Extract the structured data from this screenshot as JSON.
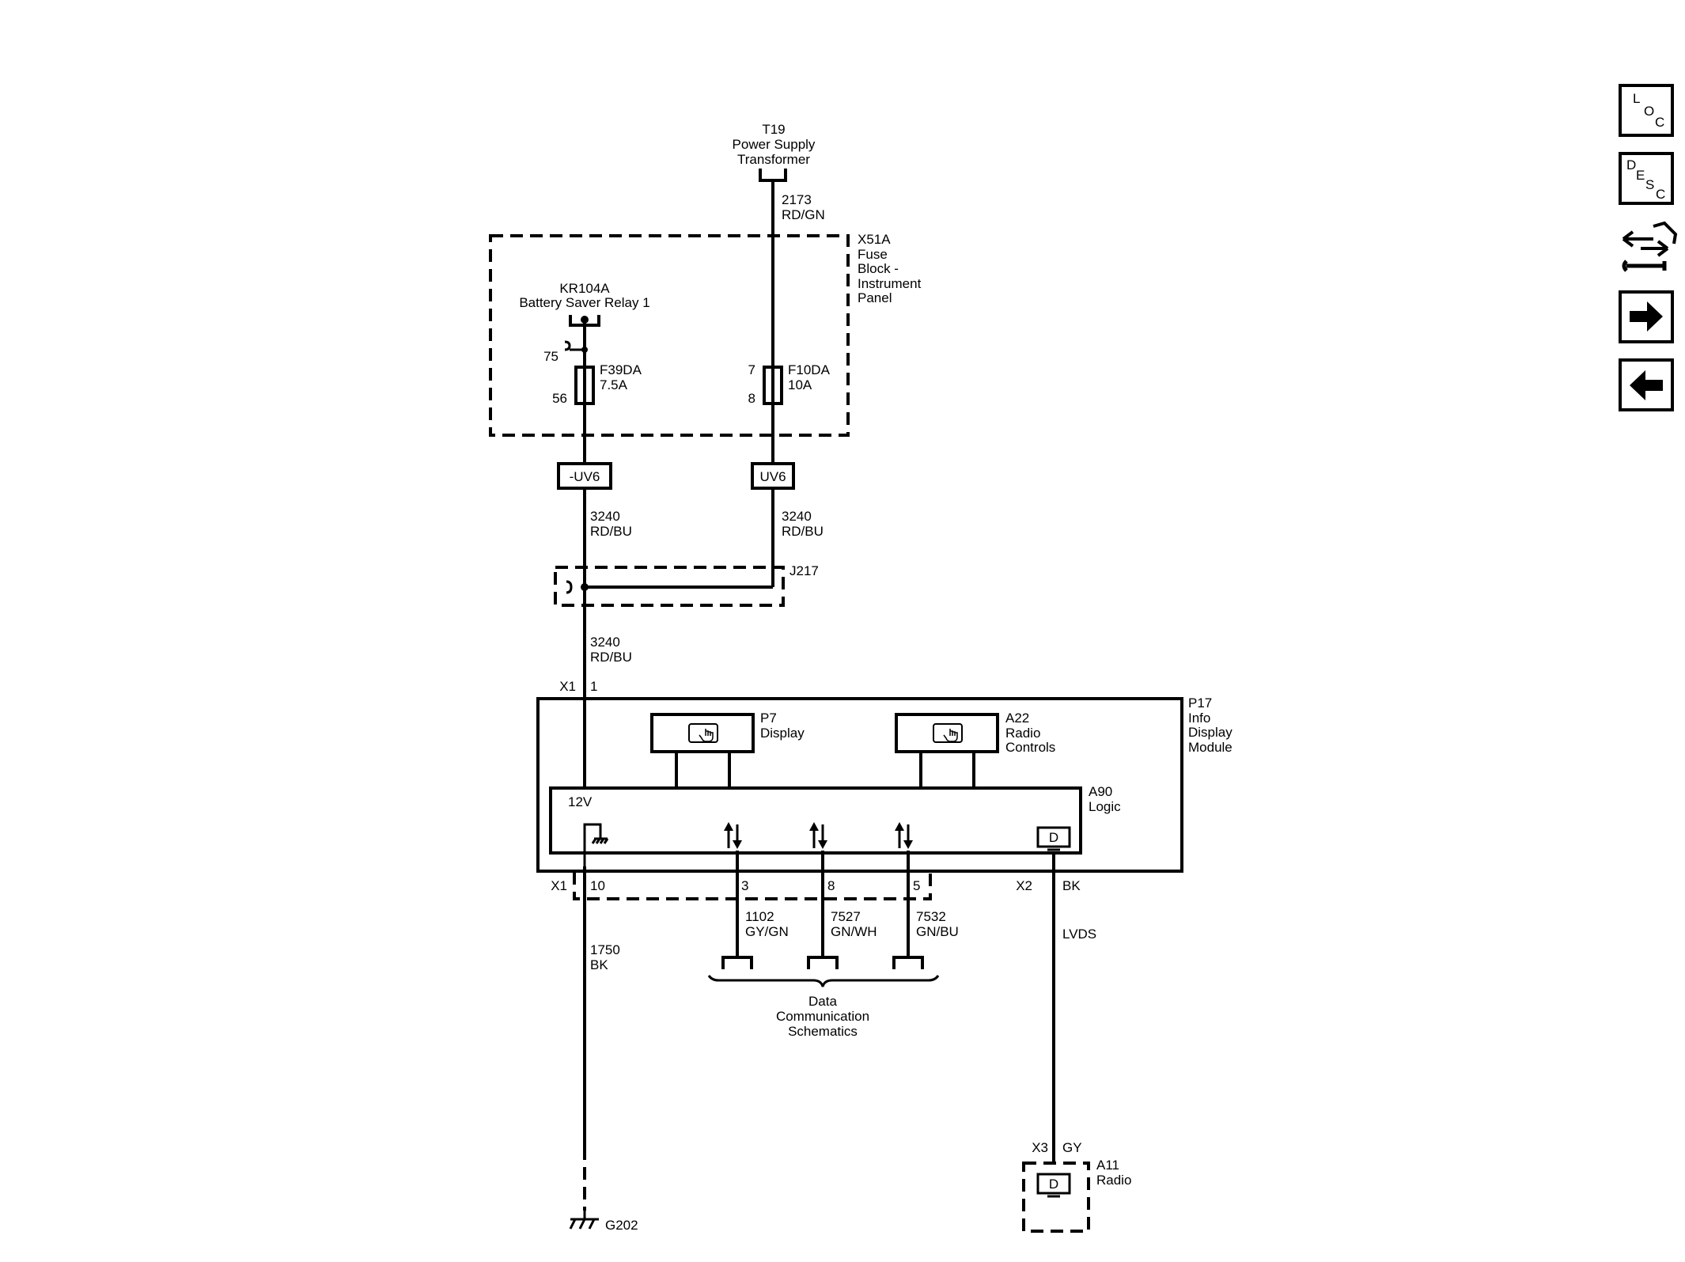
{
  "components": {
    "t19": [
      "T19",
      "Power Supply",
      "Transformer"
    ],
    "x51a": [
      "X51A",
      "Fuse",
      "Block -",
      "Instrument",
      "Panel"
    ],
    "kr104a": [
      "KR104A",
      "Battery Saver Relay 1"
    ],
    "f39da": {
      "name": "F39DA",
      "rating": "7.5A",
      "pin_in": "75",
      "pin_out": "56"
    },
    "f10da": {
      "name": "F10DA",
      "rating": "10A",
      "pin_in": "7",
      "pin_out": "8"
    },
    "uv6_neg": "-UV6",
    "uv6": "UV6",
    "j217": "J217",
    "p17": [
      "P17",
      "Info",
      "Display",
      "Module"
    ],
    "p7": [
      "P7",
      "Display"
    ],
    "a22": [
      "A22",
      "Radio",
      "Controls"
    ],
    "a90": [
      "A90",
      "Logic"
    ],
    "a90_12v": "12V",
    "a11": [
      "A11",
      "Radio"
    ],
    "g202": "G202",
    "data_comm": [
      "Data",
      "Communication",
      "Schematics"
    ],
    "display_glyph": "D"
  },
  "wires": {
    "w2173": [
      "2173",
      "RD/GN"
    ],
    "w3240_left": [
      "3240",
      "RD/BU"
    ],
    "w3240_right": [
      "3240",
      "RD/BU"
    ],
    "w3240_bottom": [
      "3240",
      "RD/BU"
    ],
    "w1750": [
      "1750",
      "BK"
    ],
    "w1102": [
      "1102",
      "GY/GN"
    ],
    "w7527": [
      "7527",
      "GN/WH"
    ],
    "w7532": [
      "7532",
      "GN/BU"
    ],
    "lvds": "LVDS"
  },
  "connectors": {
    "x1_top": {
      "conn": "X1",
      "pin": "1"
    },
    "x1_bottom": {
      "conn": "X1",
      "pin": "10"
    },
    "pin3": "3",
    "pin8": "8",
    "pin5": "5",
    "x2": {
      "conn": "X2",
      "pin": "BK"
    },
    "x3": {
      "conn": "X3",
      "pin": "GY"
    }
  },
  "nav": {
    "loc_letters": [
      "L",
      "O",
      "C"
    ],
    "desc_letters": [
      "D",
      "E",
      "S",
      "C"
    ],
    "icons": [
      "loc-button-icon",
      "desc-button-icon",
      "connector-wrench-icon",
      "arrow-right-icon",
      "arrow-left-icon"
    ]
  }
}
